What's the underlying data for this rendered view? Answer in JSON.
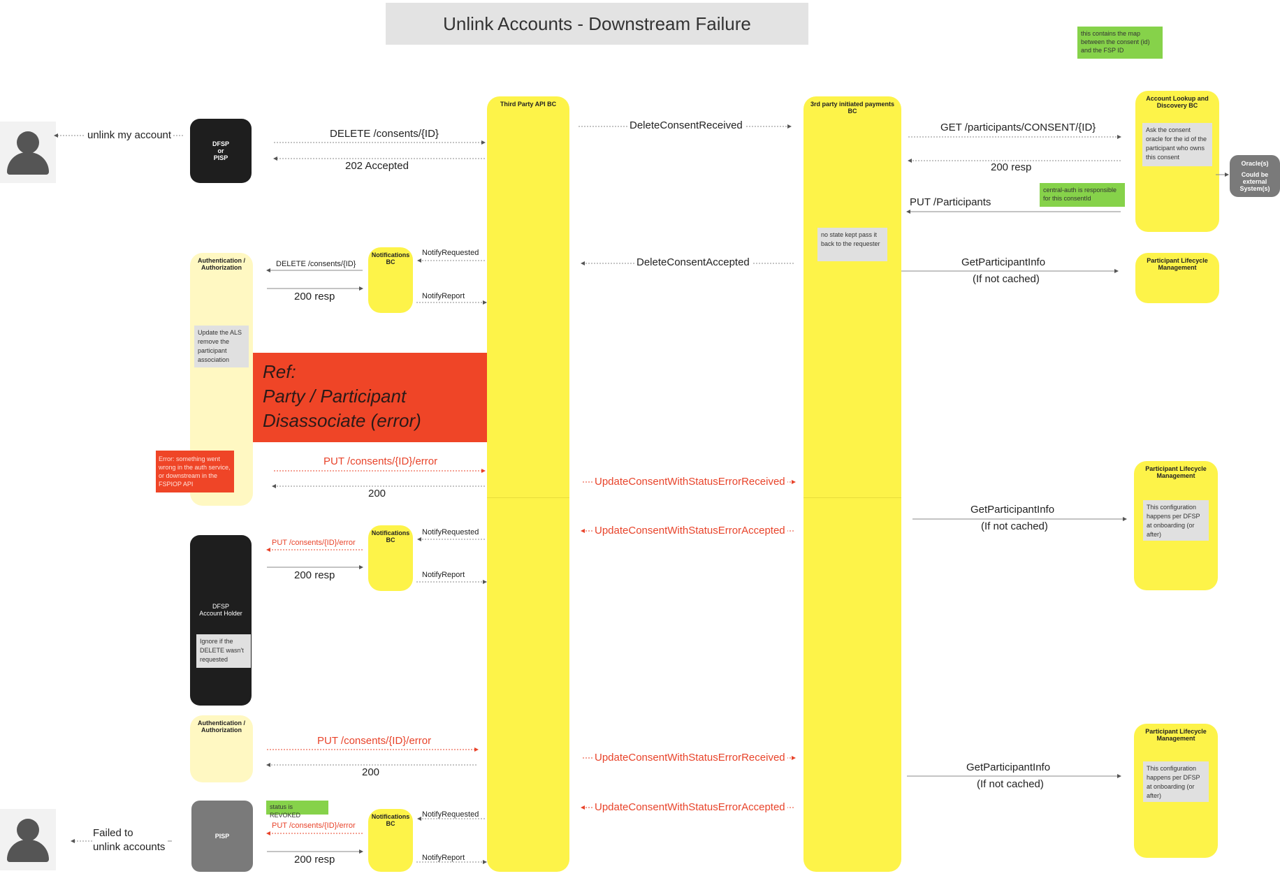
{
  "title": "Unlink Accounts - Downstream Failure",
  "actors": {
    "top_user_label": "unlink my account",
    "bottom_user_label_line1": "Failed to",
    "bottom_user_label_line2": "unlink accounts",
    "dfsp_pisp": [
      "DFSP",
      "or",
      "PISP"
    ],
    "dfsp_account_holder": [
      "DFSP",
      "Account Holder"
    ],
    "pisp": "PISP"
  },
  "lanes": {
    "third_party_api": "Third Party API BC",
    "third_party_payments": [
      "3rd party initiated payments",
      "BC"
    ],
    "account_lookup": [
      "Account Lookup and",
      "Discovery BC"
    ],
    "participant_lifecycle": [
      "Participant Lifecycle",
      "Management"
    ],
    "auth": [
      "Authentication /",
      "Authorization"
    ],
    "notifications": [
      "Notifications",
      "BC"
    ],
    "oracle": [
      "Oracle(s)",
      "",
      "Could be",
      "external",
      "System(s)"
    ]
  },
  "notes": {
    "map_note": "this contains the map between the consent (id) and the FSP ID",
    "ask_oracle": "Ask the consent oracle for the id of the participant who owns this consent",
    "central_auth": "central-auth is responsible for this consentId",
    "no_state": "no state kept pass it back to the requester",
    "update_als": "Update the ALS remove the participant association",
    "error_note": "Error: something went wrong in the auth service, or downstream in the FSPIOP API",
    "config_note": "This configuration happens per DFSP at onboarding (or after)",
    "ignore_delete": "Ignore if the DELETE wasn't requested",
    "status_revoked": "status is REVOKED"
  },
  "ref": [
    "Ref:",
    "Party / Participant",
    "Disassociate (error)"
  ],
  "messages": {
    "delete_consents": "DELETE /consents/{ID}",
    "accepted_202": "202 Accepted",
    "delete_consent_received": "DeleteConsentReceived",
    "get_participants": "GET /participants/CONSENT/{ID}",
    "resp_200": "200 resp",
    "put_participants": "PUT /Participants",
    "delete_consents_small": "DELETE /consents/{ID}",
    "notify_requested": "NotifyRequested",
    "notify_report": "NotifyReport",
    "delete_consent_accepted": "DeleteConsentAccepted",
    "get_participant_info": "GetParticipantInfo",
    "if_not_cached": "(If not cached)",
    "put_consents_error": "PUT /consents/{ID}/error",
    "status_200": "200",
    "update_received": "UpdateConsentWithStatusErrorReceived",
    "update_accepted": "UpdateConsentWithStatusErrorAccepted"
  },
  "colors": {
    "lane_yellow": "#fdf349",
    "lane_light": "#fff8c2",
    "error_red": "#ef4527",
    "note_green": "#86d24a",
    "note_grey": "#e0e0e0"
  }
}
